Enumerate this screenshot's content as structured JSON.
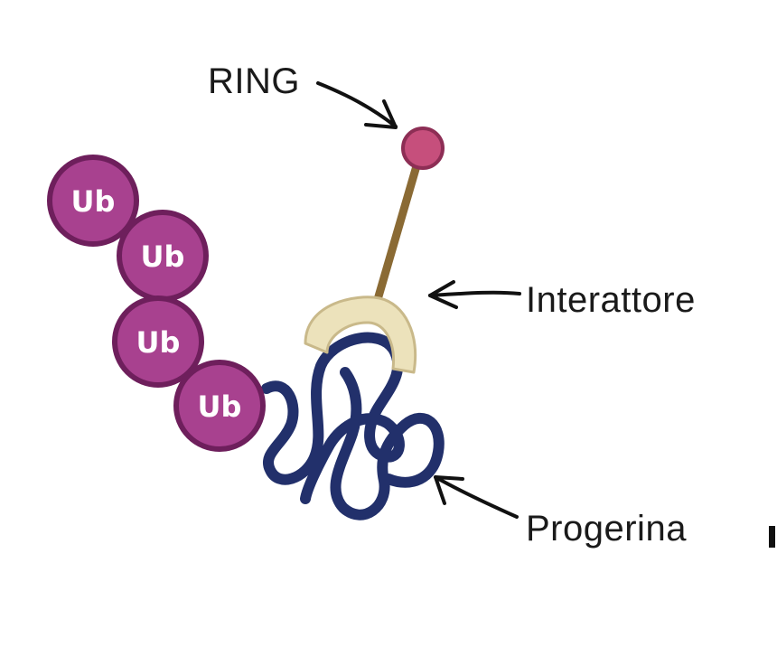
{
  "labels": {
    "ring": "RING",
    "interactor": "Interattore",
    "progerin": "Progerina"
  },
  "ubiquitin": {
    "label": "Ub",
    "count": 4
  },
  "colors": {
    "ubiquitin_fill": "#a8418f",
    "ubiquitin_stroke": "#6e1f5c",
    "ring_fill": "#c64f7c",
    "ring_stroke": "#8d2e55",
    "stick": "#8a6a34",
    "interactor_fill": "#ece2bb",
    "interactor_stroke": "#c9b98a",
    "progerin": "#22306b"
  }
}
